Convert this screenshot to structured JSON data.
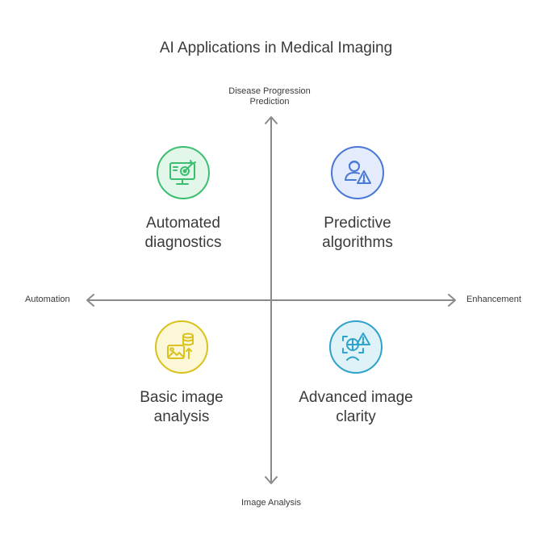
{
  "title": "AI Applications in Medical Imaging",
  "axes": {
    "top": [
      "Disease Progression",
      "Prediction"
    ],
    "bottom": "Image Analysis",
    "left": "Automation",
    "right": "Enhancement"
  },
  "quadrants": {
    "top_left": {
      "label": [
        "Automated",
        "diagnostics"
      ],
      "icon": "monitor-target-icon",
      "color": "#3bbf6e",
      "fill": "#e3f6ea"
    },
    "top_right": {
      "label": [
        "Predictive",
        "algorithms"
      ],
      "icon": "user-warning-icon",
      "color": "#4a78d6",
      "fill": "#e4ecfb"
    },
    "bottom_left": {
      "label": [
        "Basic image",
        "analysis"
      ],
      "icon": "image-database-icon",
      "color": "#d9c21e",
      "fill": "#fcf7d6"
    },
    "bottom_right": {
      "label": [
        "Advanced image",
        "clarity"
      ],
      "icon": "scan-warning-icon",
      "color": "#2fa3c9",
      "fill": "#def2f8"
    }
  },
  "colors": {
    "axis": "#8a8a8a",
    "text": "#3a3a3a"
  }
}
